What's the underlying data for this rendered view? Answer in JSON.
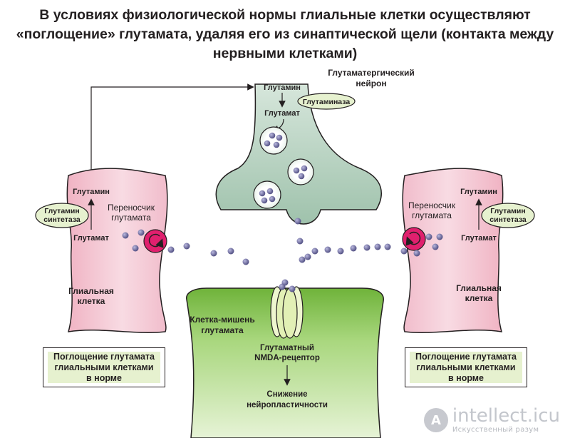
{
  "title": "В условиях физиологической нормы глиальные клетки осуществляют «поглощение» глутамата, удаляя его из синаптической щели (контакта между нервными клетками)",
  "neuron": {
    "label_line1": "Глутаматергический",
    "label_line2": "нейрон",
    "glutamine": "Глутамин",
    "enzyme": "Глутаминаза",
    "glutamate": "Глутамат"
  },
  "glia_left": {
    "glutamine": "Глутамин",
    "enzyme_line1": "Глутамин",
    "enzyme_line2": "синтетаза",
    "glutamate": "Глутамат",
    "transporter_line1": "Переносчик",
    "transporter_line2": "глутамата",
    "cell_line1": "Глиальная",
    "cell_line2": "клетка"
  },
  "glia_right": {
    "glutamine": "Глутамин",
    "enzyme_line1": "Глутамин",
    "enzyme_line2": "синтетаза",
    "glutamate": "Глутамат",
    "transporter_line1": "Переносчик",
    "transporter_line2": "глутамата",
    "cell_line1": "Глиальная",
    "cell_line2": "клетка"
  },
  "target": {
    "label_line1": "Клетка-мишень",
    "label_line2": "глутамата",
    "receptor_line1": "Глутаматный",
    "receptor_line2": "NMDA-рецептор",
    "effect_line1": "Снижение",
    "effect_line2": "нейропластичности"
  },
  "captions": {
    "left": "Поглощение глутамата\nглиальными клетками\nв норме",
    "right": "Поглощение глутамата\nглиальными клетками\nв норме"
  },
  "watermark": {
    "logo": "A",
    "name": "intellect.icu",
    "sub": "Искусственный разум"
  },
  "colors": {
    "neuron_fill": "#b9d3c2",
    "glia_fill": "#f2b9c8",
    "target_fill": "#8cc653",
    "transporter": "#e0206e",
    "enzyme_fill": "#e6f1cf",
    "molecule": "#5b5a8c"
  }
}
